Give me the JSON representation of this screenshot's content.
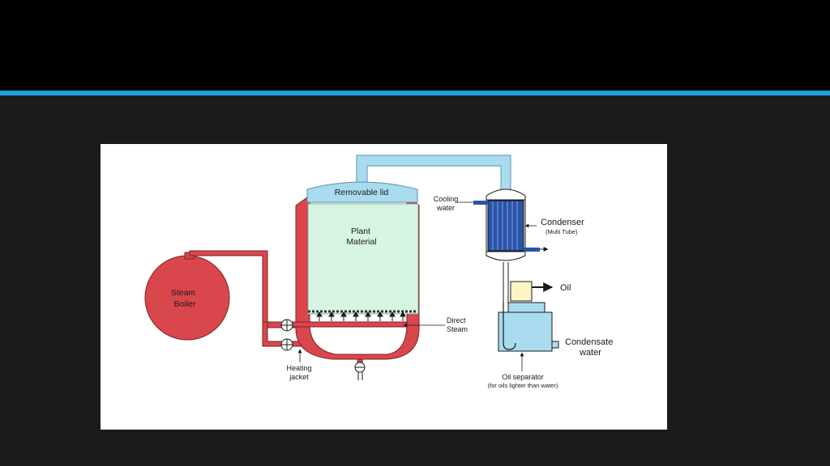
{
  "slide": {
    "title": "",
    "colors": {
      "top_band": "#000000",
      "accent_line": "#1ba1e2",
      "background": "#1b1b1b"
    }
  },
  "diagram": {
    "removable_lid": "Removable lid",
    "plant_material_1": "Plant",
    "plant_material_2": "Material",
    "steam_boiler_1": "Steam",
    "steam_boiler_2": "Boiler",
    "cooling_water_1": "Cooling",
    "cooling_water_2": "water",
    "condenser": "Condenser",
    "condenser_sub": "(Multi Tube)",
    "oil": "Oil",
    "direct_steam_1": "Direct",
    "direct_steam_2": "Steam",
    "heating_jacket_1": "Heating",
    "heating_jacket_2": "jacket",
    "condensate_water_1": "Condensate",
    "condensate_water_2": "water",
    "oil_separator": "Oil separator",
    "oil_separator_sub": "(for oils lighter than water)",
    "colors": {
      "vessel_red": "#d9474d",
      "pipe_blue": "#a9dcef",
      "plant_green": "#d6f5e2",
      "condenser_blue": "#2b53a8",
      "oil_yellow": "#fbf6c4"
    }
  }
}
